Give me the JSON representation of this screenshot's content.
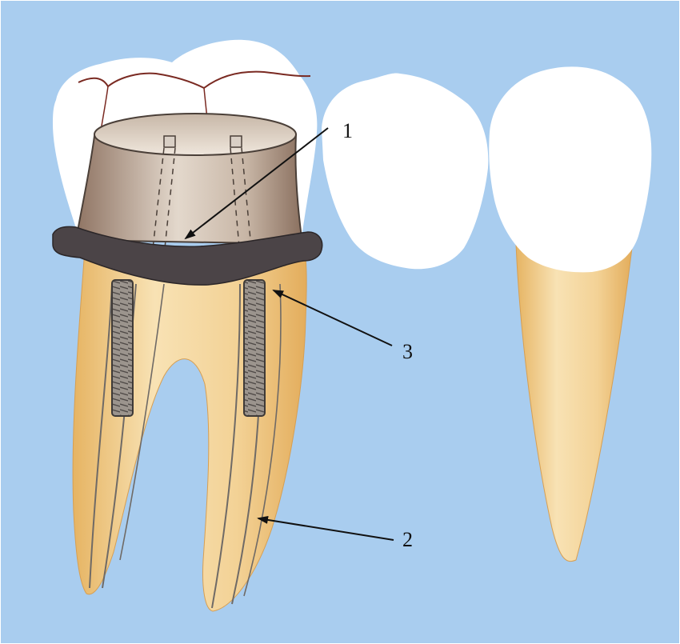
{
  "colors": {
    "background": "#a8cdee",
    "root_light": "#f5d9a6",
    "root_dark": "#e7b86a",
    "enamel": "#ffffff",
    "core": "#b59a86",
    "collar": "#4a4346",
    "post": "#8c8680",
    "line": "#2a2a2a"
  },
  "icons": {
    "molar": "molar-tooth-with-post-core",
    "premolar": "premolar-crown",
    "incisor": "single-root-tooth"
  },
  "callouts": [
    {
      "id": "1",
      "label": "1"
    },
    {
      "id": "2",
      "label": "2"
    },
    {
      "id": "3",
      "label": "3"
    }
  ]
}
